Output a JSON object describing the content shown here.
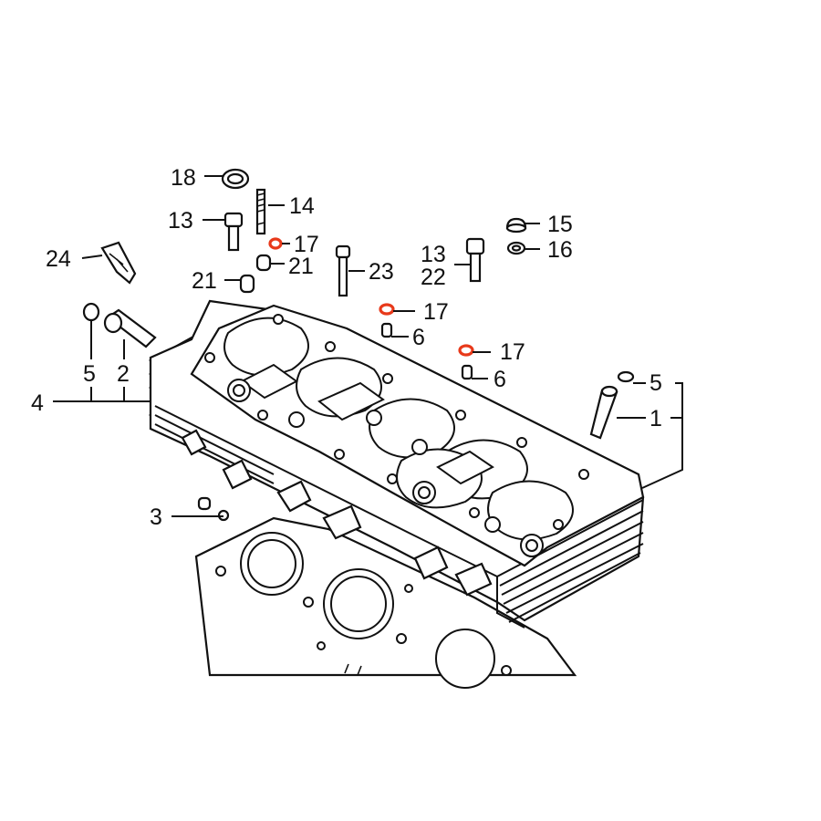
{
  "callouts": {
    "p18": "18",
    "p14": "14",
    "p13a": "13",
    "p17a": "17",
    "p21a": "21",
    "p24": "24",
    "p21b": "21",
    "p23": "23",
    "p15": "15",
    "p16": "16",
    "p13b": "13",
    "p22": "22",
    "p17b": "17",
    "p6a": "6",
    "p17c": "17",
    "p6b": "6",
    "p5a": "5",
    "p2": "2",
    "p4": "4",
    "p5b": "5",
    "p1": "1",
    "p3": "3"
  },
  "colors": {
    "line": "#111111",
    "highlight": "#e8391a",
    "background": "#ffffff"
  }
}
